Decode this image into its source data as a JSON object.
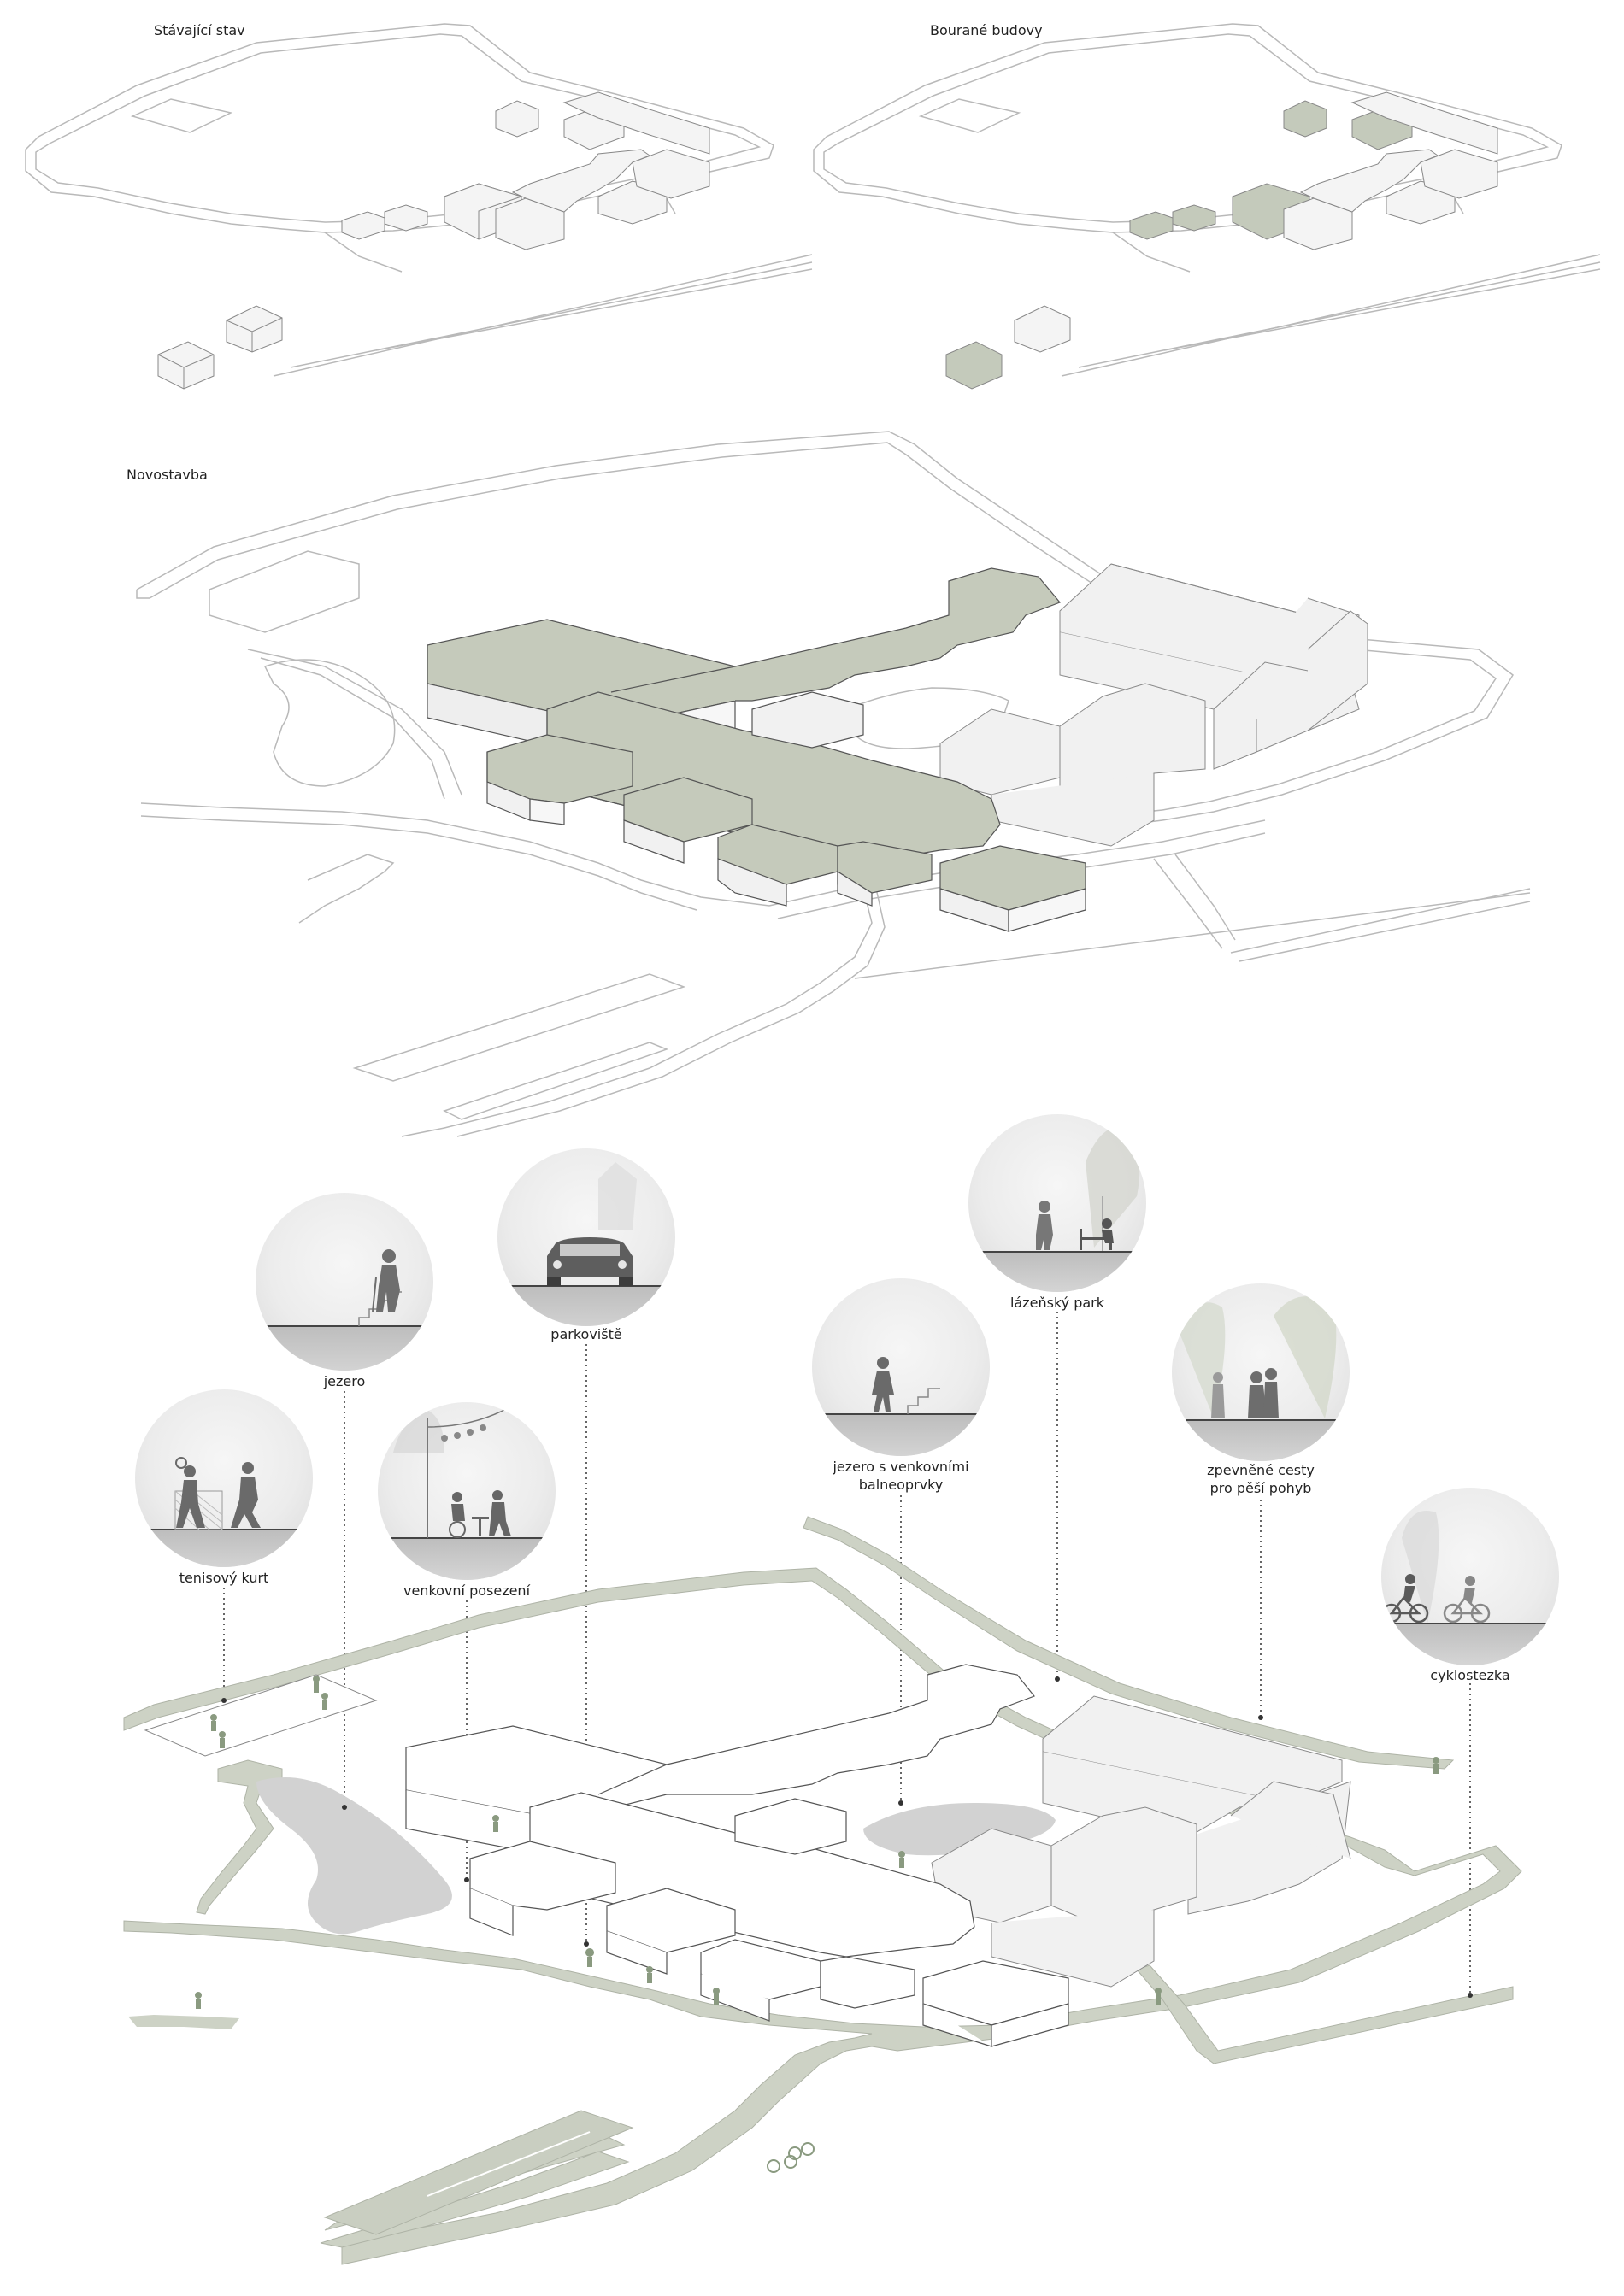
{
  "panels": {
    "existing": "Stávající stav",
    "demolished": "Bourané budovy",
    "new": "Novostavba"
  },
  "vignettes": [
    {
      "id": "jezero",
      "label": "jezero"
    },
    {
      "id": "parkoviste",
      "label": "parkoviště"
    },
    {
      "id": "tenis",
      "label": "tenisový kurt"
    },
    {
      "id": "posezeni",
      "label": "venkovní posezení"
    },
    {
      "id": "balneo",
      "label": "jezero s venkovními\nbalneoprvky"
    },
    {
      "id": "park",
      "label": "lázeňský park"
    },
    {
      "id": "cesty",
      "label": "zpevněné cesty\npro pěší pohyb"
    },
    {
      "id": "cyklo",
      "label": "cyklostezka"
    }
  ],
  "colors": {
    "line": "#b9b9b9",
    "new_building": "#c5cabb",
    "demolished": "#c4cabb",
    "path": "#cdd2c5",
    "lake": "#d3d3d3",
    "existing_fill": "#f2f2f2",
    "figure": "#7b7b7b"
  }
}
